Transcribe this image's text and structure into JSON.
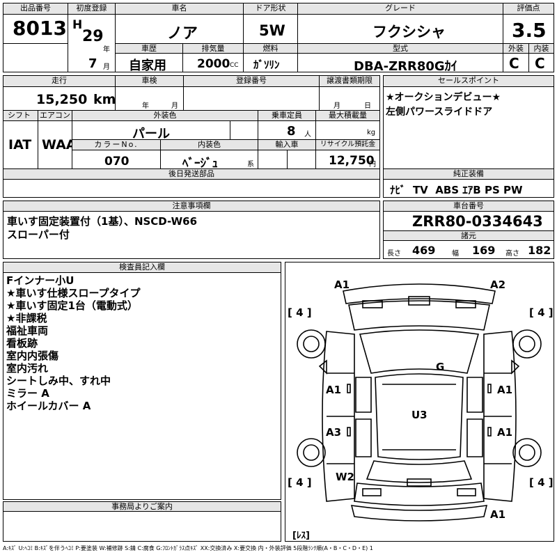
{
  "header": {
    "lot_no_label": "出品番号",
    "lot_no": "8013",
    "first_reg_label": "初度登録",
    "era": "H",
    "year": "29",
    "year_unit": "年",
    "month": "7",
    "month_unit": "月",
    "car_name_label": "車名",
    "car_name": "ノア",
    "history_label": "車歴",
    "history": "自家用",
    "displacement_label": "排気量",
    "displacement": "2000",
    "displacement_unit": "CC",
    "door_label": "ドア形状",
    "door": "5W",
    "fuel_label": "燃料",
    "fuel": "ｶﾞｿﾘﾝ",
    "grade_label": "グレード",
    "grade": "フクシシャ",
    "model_label": "型式",
    "model": "DBA-ZRR80Gｶｲ",
    "score_label": "評価点",
    "score": "3.5",
    "ext_label": "外装",
    "int_label": "内装",
    "ext_grade": "C",
    "int_grade": "C"
  },
  "row2": {
    "mileage_label": "走行",
    "mileage": "15,250",
    "mileage_unit": "km",
    "inspection_label": "車検",
    "insp_year_unit": "年",
    "insp_month_unit": "月",
    "reg_no_label": "登録番号",
    "transfer_label": "譲渡書類期限",
    "transfer_month_unit": "月",
    "transfer_day_unit": "日",
    "shift_label": "シフト",
    "shift": "IAT",
    "ac_label": "エアコン",
    "ac": "WAA",
    "color_label": "外装色",
    "color": "パール",
    "capacity_label": "乗車定員",
    "capacity": "8",
    "capacity_unit": "人",
    "max_load_label": "最大積載量",
    "max_load_unit": "kg",
    "color_no_label": "カラーNo.",
    "color_no": "070",
    "interior_color_label": "内装色",
    "interior_color": "ﾍﾞｰｼﾞｭ",
    "interior_color_unit": "系",
    "import_label": "輸入車",
    "recycle_label": "リサイクル預託金",
    "recycle": "12,750",
    "recycle_unit": "円",
    "later_parts_label": "後日発送部品"
  },
  "sales": {
    "label": "セールスポイント",
    "lines": [
      "★オークションデビュー★",
      "左側パワースライドドア"
    ]
  },
  "equipment": {
    "label": "純正装備",
    "value": "ﾅﾋﾞ  TV  ABS ｴｱB PS PW"
  },
  "caution": {
    "label": "注意事項欄",
    "lines": [
      "車いす固定装置付（1基）、NSCD-W66",
      "スローパー付"
    ]
  },
  "chassis": {
    "label": "車台番号",
    "value": "ZRR80-0334643",
    "dims_label": "諸元",
    "length_label": "長さ",
    "length": "469",
    "width_label": "幅",
    "width": "169",
    "height_label": "高さ",
    "height": "182"
  },
  "inspector": {
    "label": "検査員記入欄",
    "lines": [
      "Fインナー小U",
      "★車いす仕様スロープタイプ",
      "★車いす固定1台（電動式）",
      "★非課税",
      "福祉車両",
      "看板跡",
      "室内内張傷",
      "室内汚れ",
      "シートしみ中、すれ中",
      "ミラー A",
      "ホイールカバー A"
    ]
  },
  "office": {
    "label": "事務局よりご案内"
  },
  "diagram": {
    "a1_fl": "A1",
    "a2_fr": "A2",
    "tire_fl": "[ 4 ]",
    "tire_fr": "[ 4 ]",
    "tire_rl": "[ 4 ]",
    "tire_rr": "[ 4 ]",
    "g_windshield": "G",
    "a1_left_front_door": "A1",
    "a1_right_front_door": "A1",
    "u3_roof": "U3",
    "a3_left_rear_door": "A3",
    "a1_right_rear_door": "A1",
    "w2_left_rear": "W2",
    "a1_rear": "A1",
    "spare": "[ﾚｽ]"
  },
  "legend": "A:ｷｽﾞ  U:ﾍｺﾐ  B:ｷｽﾞを伴うﾍｺﾐ  P:要塗装  W:補修跡  S:錆  C:腐食  G:ﾌﾛﾝﾄｶﾞﾗｽ点ｷｽﾞ  XX:交換済み  X:要交換  内・外装評価  5段階ﾗﾝｸ順(A・B・C・D・E) 1"
}
